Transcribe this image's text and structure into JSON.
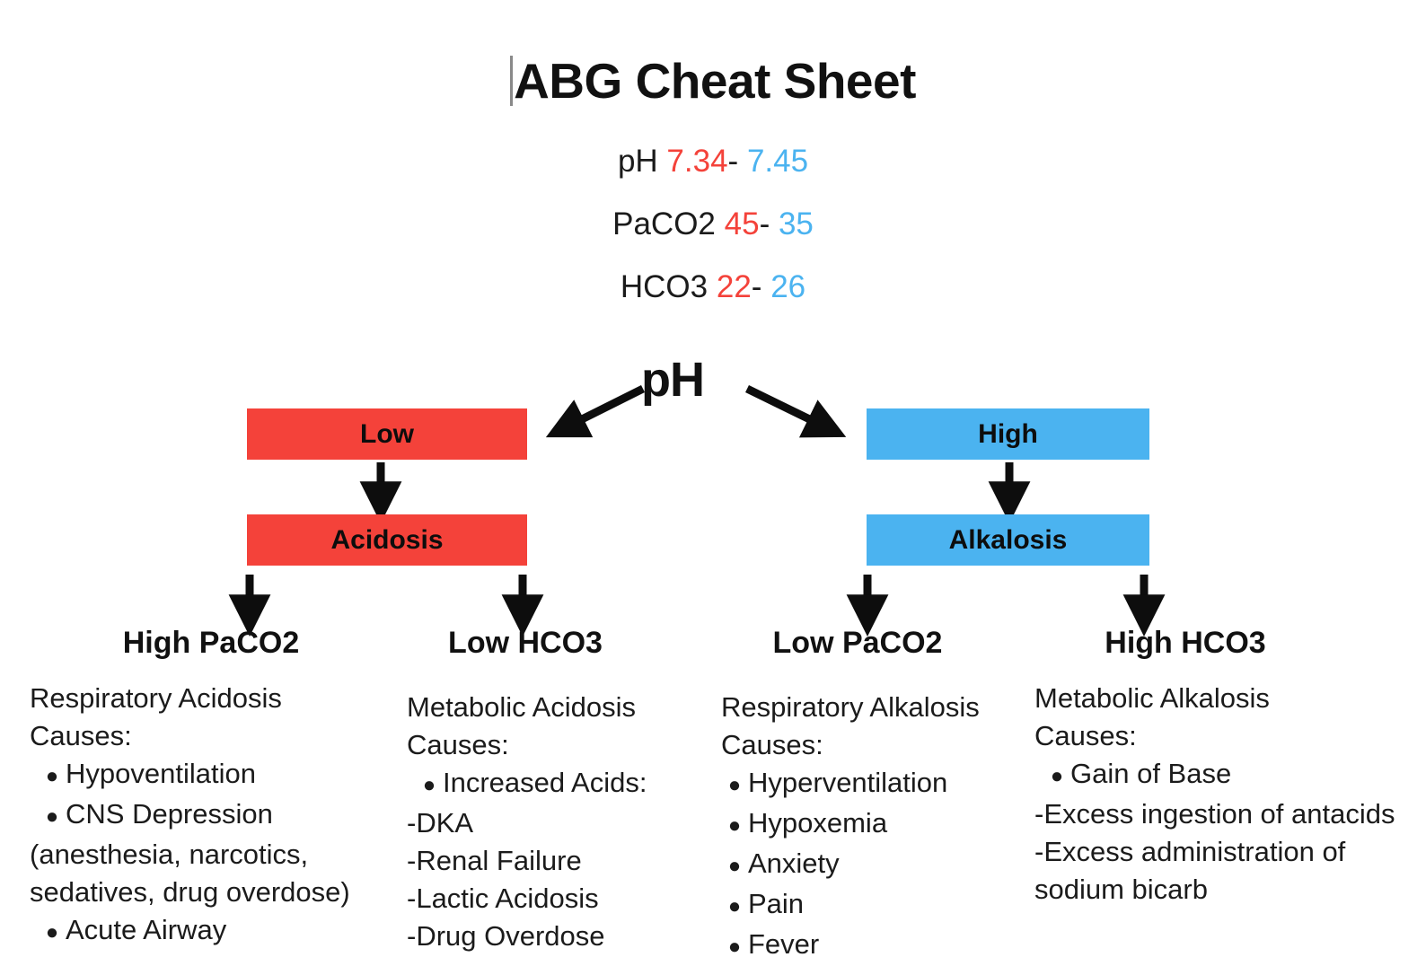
{
  "document": {
    "title": "ABG Cheat Sheet",
    "caret_visible": true
  },
  "colors": {
    "acid_red": "#f4423a",
    "alkaline_blue": "#4bb3f0",
    "text": "#1b1b1b"
  },
  "reference_values": [
    {
      "label": "pH",
      "low": "7.34",
      "dash": "-",
      "high": "7.45"
    },
    {
      "label": "PaCO2",
      "low": "45",
      "dash": "-",
      "high": "35"
    },
    {
      "label": "HCO3",
      "low": "22",
      "dash": "-",
      "high": "26"
    }
  ],
  "flowchart": {
    "root_label": "pH",
    "left_branch": {
      "level1": "Low",
      "level2": "Acidosis"
    },
    "right_branch": {
      "level1": "High",
      "level2": "Alkalosis"
    }
  },
  "columns": [
    {
      "heading": "High PaCO2",
      "condition": "Respiratory Acidosis",
      "causes_label": "Causes:",
      "lines": [
        {
          "type": "bullet",
          "text": "Hypoventilation"
        },
        {
          "type": "bullet",
          "text": "CNS Depression"
        },
        {
          "type": "plain",
          "text": "(anesthesia, narcotics, sedatives, drug overdose)"
        },
        {
          "type": "bullet",
          "text": "Acute Airway"
        }
      ]
    },
    {
      "heading": "Low HCO3",
      "condition": "Metabolic Acidosis",
      "causes_label": "Causes:",
      "lines": [
        {
          "type": "bullet",
          "text": "Increased Acids:"
        },
        {
          "type": "plain",
          "text": "-DKA"
        },
        {
          "type": "plain",
          "text": "-Renal Failure"
        },
        {
          "type": "plain",
          "text": "-Lactic Acidosis"
        },
        {
          "type": "plain",
          "text": "-Drug Overdose"
        }
      ]
    },
    {
      "heading": "Low PaCO2",
      "condition": "Respiratory Alkalosis",
      "causes_label": "Causes:",
      "lines": [
        {
          "type": "bullet",
          "text": "Hyperventilation"
        },
        {
          "type": "bullet",
          "text": "Hypoxemia"
        },
        {
          "type": "bullet",
          "text": "Anxiety"
        },
        {
          "type": "bullet",
          "text": "Pain"
        },
        {
          "type": "bullet",
          "text": "Fever"
        }
      ]
    },
    {
      "heading": "High HCO3",
      "condition": "Metabolic Alkalosis",
      "causes_label": "Causes:",
      "lines": [
        {
          "type": "bullet",
          "text": "Gain of Base"
        },
        {
          "type": "plain",
          "text": "-Excess ingestion of antacids"
        },
        {
          "type": "plain",
          "text": "-Excess administration of sodium bicarb"
        }
      ]
    }
  ]
}
